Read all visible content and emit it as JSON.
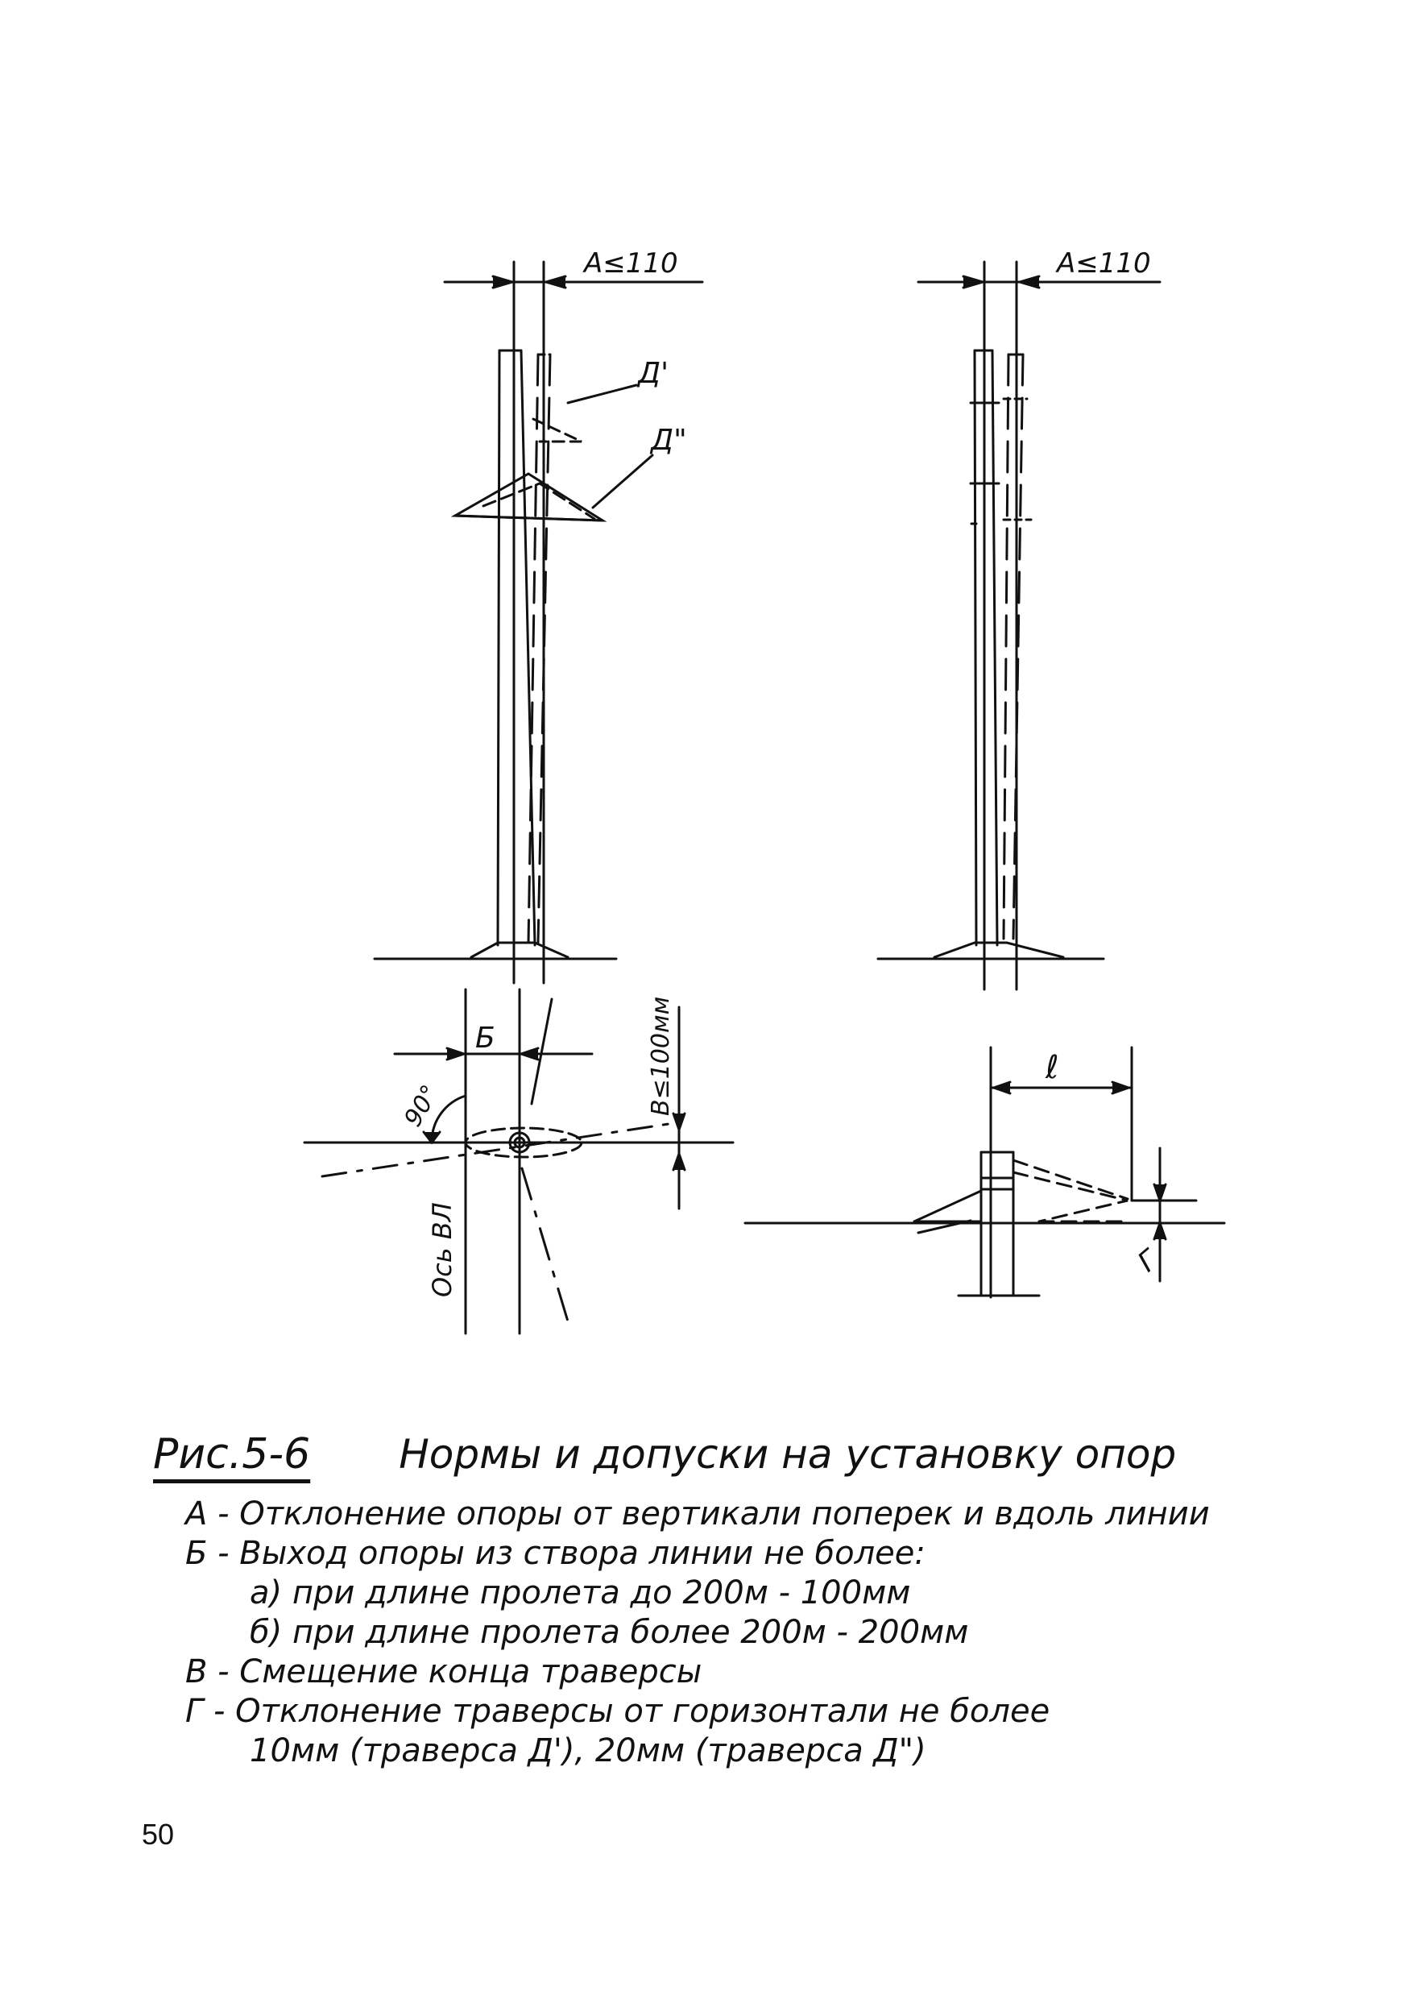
{
  "drawing": {
    "left_view": {
      "dim_label": "A≤110",
      "crossarm_top_label": "Д'",
      "crossarm_bottom_label": "Д\""
    },
    "right_view": {
      "dim_label": "A≤110"
    },
    "plan_view": {
      "offset_label": "Б",
      "angle_label": "90°",
      "shift_label": "В≤100мм",
      "axis_label": "Ось ВЛ"
    },
    "crossarm_view": {
      "length_label": "ℓ",
      "tilt_label": "Г"
    }
  },
  "caption": {
    "figure_number": "Рис.5-6",
    "title": "Нормы и допуски на установку опор",
    "lines": [
      "А - Отклонение опоры от вертикали поперек и вдоль линии",
      "Б - Выход опоры из створа линии не более:",
      "а) при длине пролета до 200м - 100мм",
      "б) при длине пролета более 200м - 200мм",
      "В - Смещение конца траверсы",
      "Г - Отклонение траверсы от горизонтали не более",
      "10мм (траверса Д'), 20мм (траверса Д\")"
    ]
  },
  "page_number": "50"
}
